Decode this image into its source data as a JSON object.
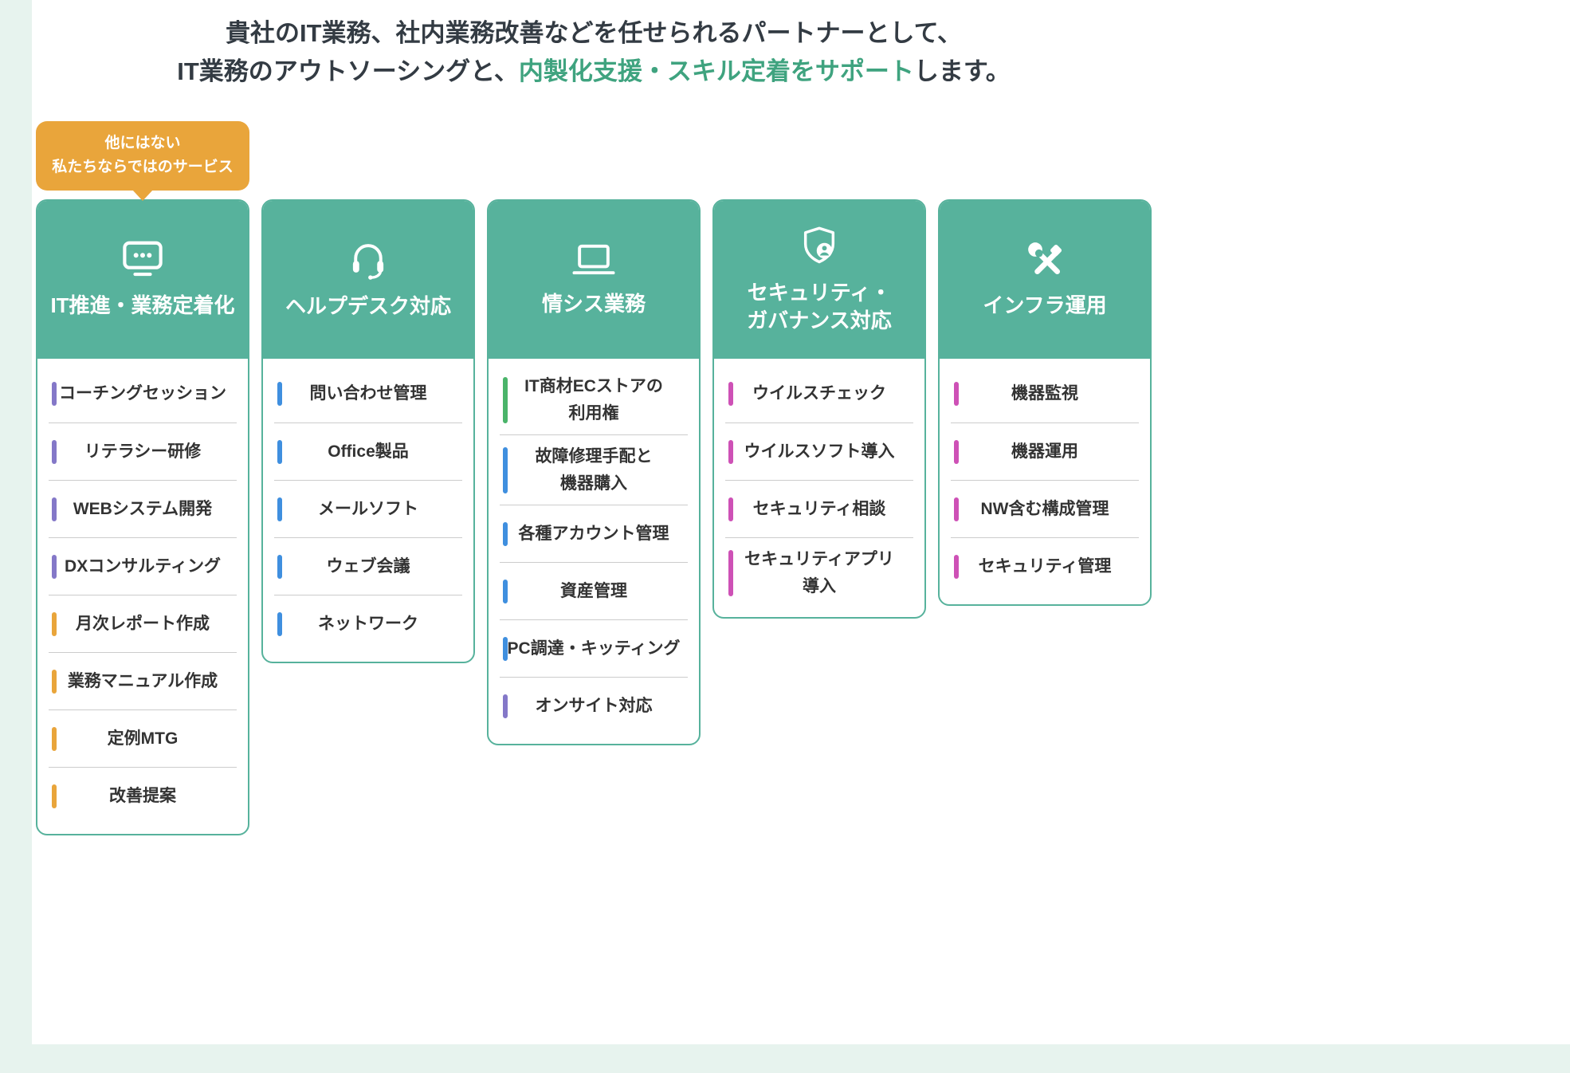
{
  "page": {
    "background_color": "#e7f3ee",
    "surface_color": "#ffffff"
  },
  "header": {
    "line1": "貴社のIT業務、社内業務改善などを任せられるパートナーとして、",
    "line2_pre": "IT業務のアウトソーシングと、",
    "line2_highlight": "内製化支援・スキル定着をサポート",
    "line2_post": "します。",
    "text_color": "#333b43",
    "highlight_color": "#3fa37f"
  },
  "badge": {
    "text": "他にはない\n私たちならではのサービス",
    "color": "#e9a53b"
  },
  "colors": {
    "card_header": "#57b29c",
    "purple": "#8478c8",
    "orange": "#e9a53b",
    "blue": "#3f8fdf",
    "green": "#4ab46a",
    "magenta": "#ce51b6",
    "separator": "#cccccc"
  },
  "cards": [
    {
      "title": "IT推進・業務定着化",
      "icon": "monitor-dots-icon",
      "items": [
        {
          "label": "コーチングセッション",
          "color": "#8478c8"
        },
        {
          "label": "リテラシー研修",
          "color": "#8478c8"
        },
        {
          "label": "WEBシステム開発",
          "color": "#8478c8"
        },
        {
          "label": "DXコンサルティング",
          "color": "#8478c8"
        },
        {
          "label": "月次レポート作成",
          "color": "#e9a53b"
        },
        {
          "label": "業務マニュアル作成",
          "color": "#e9a53b"
        },
        {
          "label": "定例MTG",
          "color": "#e9a53b"
        },
        {
          "label": "改善提案",
          "color": "#e9a53b"
        }
      ]
    },
    {
      "title": "ヘルプデスク対応",
      "icon": "headset-icon",
      "items": [
        {
          "label": "問い合わせ管理",
          "color": "#3f8fdf"
        },
        {
          "label": "Office製品",
          "color": "#3f8fdf"
        },
        {
          "label": "メールソフト",
          "color": "#3f8fdf"
        },
        {
          "label": "ウェブ会議",
          "color": "#3f8fdf"
        },
        {
          "label": "ネットワーク",
          "color": "#3f8fdf"
        }
      ]
    },
    {
      "title": "情シス業務",
      "icon": "laptop-icon",
      "items": [
        {
          "label": "IT商材ECストアの\n利用権",
          "color": "#4ab46a"
        },
        {
          "label": "故障修理手配と\n機器購入",
          "color": "#3f8fdf"
        },
        {
          "label": "各種アカウント管理",
          "color": "#3f8fdf"
        },
        {
          "label": "資産管理",
          "color": "#3f8fdf"
        },
        {
          "label": "PC調達・キッティング",
          "color": "#3f8fdf"
        },
        {
          "label": "オンサイト対応",
          "color": "#8478c8"
        }
      ]
    },
    {
      "title": "セキュリティ・\nガバナンス対応",
      "icon": "shield-user-icon",
      "items": [
        {
          "label": "ウイルスチェック",
          "color": "#ce51b6"
        },
        {
          "label": "ウイルスソフト導入",
          "color": "#ce51b6"
        },
        {
          "label": "セキュリティ相談",
          "color": "#ce51b6"
        },
        {
          "label": "セキュリティアプリ\n導入",
          "color": "#ce51b6"
        }
      ]
    },
    {
      "title": "インフラ運用",
      "icon": "tools-icon",
      "items": [
        {
          "label": "機器監視",
          "color": "#ce51b6"
        },
        {
          "label": "機器運用",
          "color": "#ce51b6"
        },
        {
          "label": "NW含む構成管理",
          "color": "#ce51b6"
        },
        {
          "label": "セキュリティ管理",
          "color": "#ce51b6"
        }
      ]
    }
  ]
}
